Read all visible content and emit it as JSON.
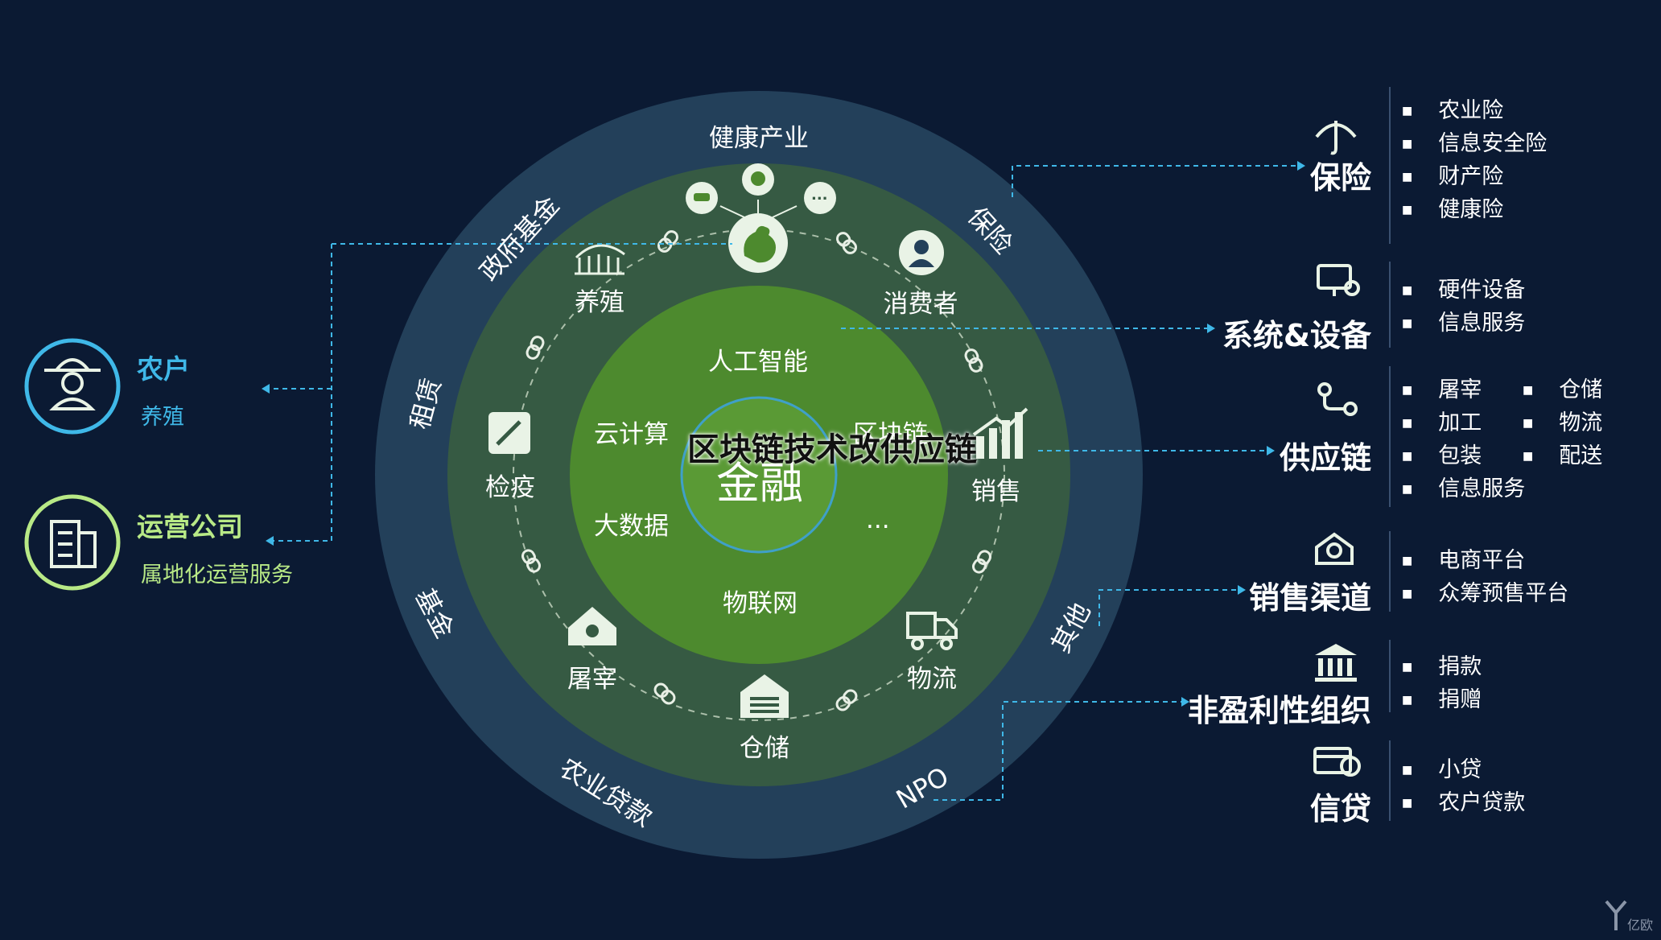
{
  "overlay_title": "区块链技术改供应链",
  "center": {
    "label": "金融"
  },
  "tech_ring": {
    "items": [
      "人工智能",
      "云计算",
      "区块链",
      "大数据",
      "物联网",
      "..."
    ]
  },
  "chain_nodes": [
    {
      "id": "yangzhi",
      "label": "养殖",
      "icon": "livestock-fence-icon"
    },
    {
      "id": "consumer",
      "label": "消费者",
      "icon": "user-icon"
    },
    {
      "id": "sales",
      "label": "销售",
      "icon": "growth-chart-icon"
    },
    {
      "id": "logistics",
      "label": "物流",
      "icon": "truck-icon"
    },
    {
      "id": "storage",
      "label": "仓储",
      "icon": "warehouse-icon"
    },
    {
      "id": "slaughter",
      "label": "屠宰",
      "icon": "butcher-house-icon"
    },
    {
      "id": "quarantine",
      "label": "检疫",
      "icon": "inspection-icon"
    }
  ],
  "top_node": {
    "label": "健康产业",
    "icon": "chicken-icon",
    "sub_icons": [
      "cow-icon",
      "sheep-icon",
      "more-icon"
    ],
    "more": "..."
  },
  "outer_ring": {
    "labels": [
      "政府基金",
      "保险",
      "租赁",
      "基金",
      "其他",
      "NPO",
      "农业贷款"
    ]
  },
  "actors": [
    {
      "title": "农户",
      "subtitle": "养殖",
      "icon": "farmer-icon"
    },
    {
      "title": "运营公司",
      "subtitle": "属地化运营服务",
      "icon": "building-icon"
    }
  ],
  "categories": [
    {
      "title": "保险",
      "icon": "umbrella-icon",
      "items": [
        "农业险",
        "信息安全险",
        "财产险",
        "健康险"
      ]
    },
    {
      "title": "系统&设备",
      "icon": "computer-gear-icon",
      "items": [
        "硬件设备",
        "信息服务"
      ]
    },
    {
      "title": "供应链",
      "icon": "route-icon",
      "items": [
        "屠宰",
        "加工",
        "包装",
        "信息服务"
      ],
      "items_col2": [
        "仓储",
        "物流",
        "配送"
      ]
    },
    {
      "title": "销售渠道",
      "icon": "price-tag-icon",
      "items": [
        "电商平台",
        "众筹预售平台"
      ]
    },
    {
      "title": "非盈利性组织",
      "icon": "institution-icon",
      "items": [
        "捐款",
        "捐赠"
      ]
    },
    {
      "title": "信贷",
      "icon": "credit-card-icon",
      "items": [
        "小贷",
        "农户贷款"
      ]
    }
  ],
  "watermark": "亿欧",
  "colors": {
    "background": "#0b1a33",
    "outer_ring": "#23405a",
    "middle_ring": "#365a43",
    "inner_disc": "#4d8a2e",
    "accent_blue": "#3fb8e8",
    "accent_green": "#b8e986"
  }
}
